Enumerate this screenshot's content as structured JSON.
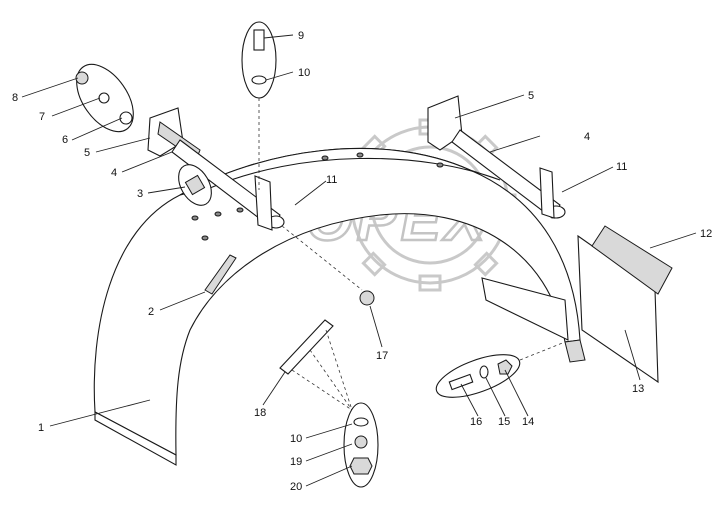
{
  "watermark": {
    "text": "OPEX"
  },
  "callouts": {
    "c1": "1",
    "c2": "2",
    "c3": "3",
    "c4a": "4",
    "c4b": "4",
    "c5a": "5",
    "c5b": "5",
    "c6": "6",
    "c7": "7",
    "c8": "8",
    "c9": "9",
    "c10a": "10",
    "c10b": "10",
    "c11a": "11",
    "c11b": "11",
    "c12": "12",
    "c13": "13",
    "c14": "14",
    "c15": "15",
    "c16": "16",
    "c17": "17",
    "c18": "18",
    "c19": "19",
    "c20": "20"
  }
}
